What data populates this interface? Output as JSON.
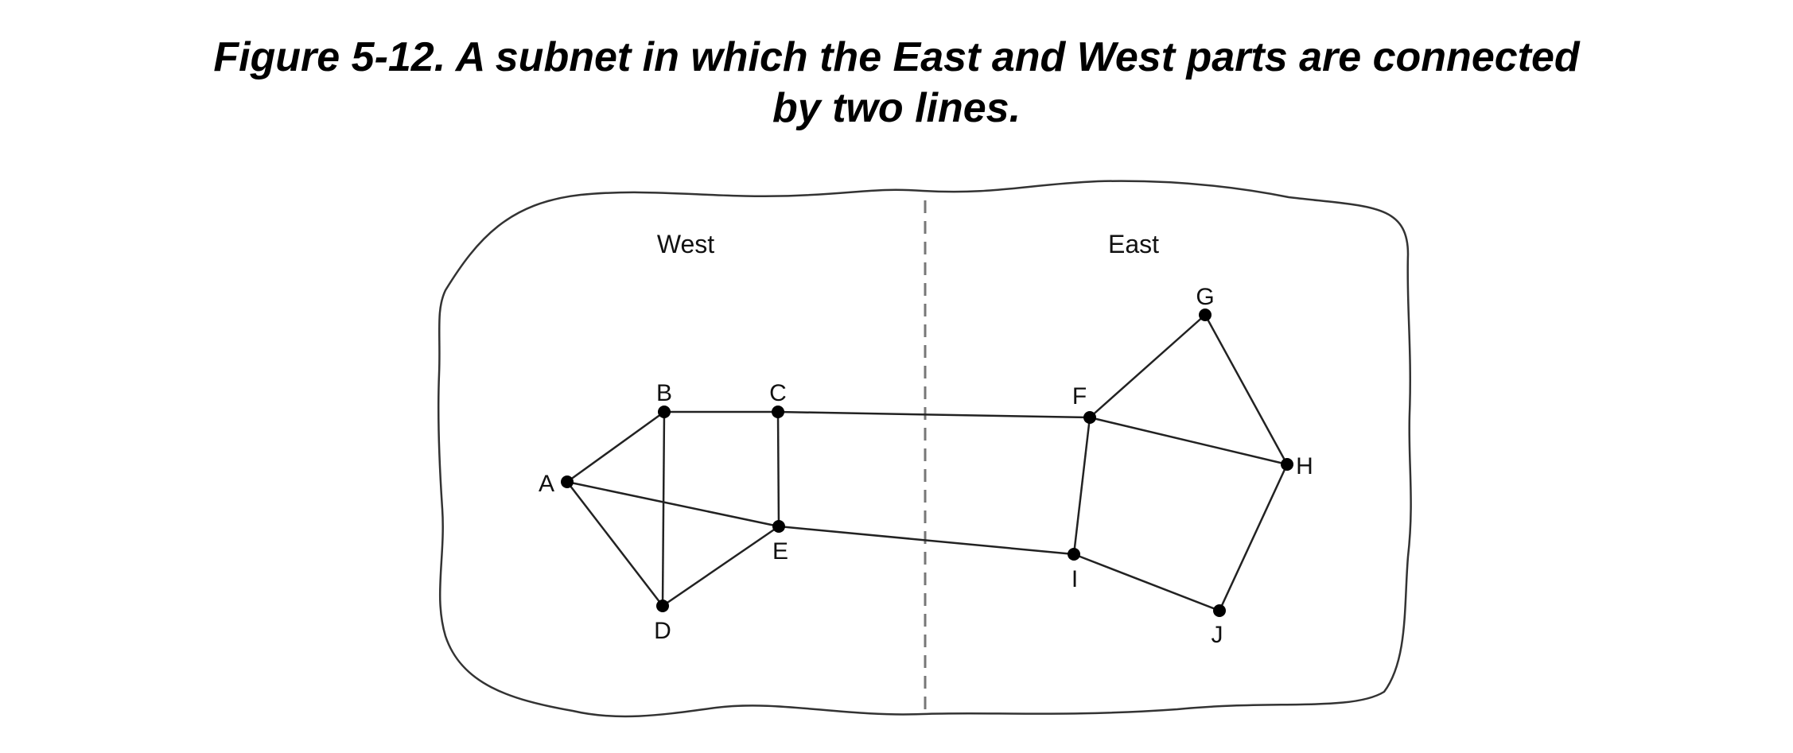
{
  "figure": {
    "caption_line1": "Figure 5-12. A subnet in which the East and West parts are connected",
    "caption_line2": "by two lines."
  },
  "regions": {
    "west_label": "West",
    "east_label": "East"
  },
  "nodes": [
    {
      "id": "A",
      "label": "A"
    },
    {
      "id": "B",
      "label": "B"
    },
    {
      "id": "C",
      "label": "C"
    },
    {
      "id": "D",
      "label": "D"
    },
    {
      "id": "E",
      "label": "E"
    },
    {
      "id": "F",
      "label": "F"
    },
    {
      "id": "G",
      "label": "G"
    },
    {
      "id": "H",
      "label": "H"
    },
    {
      "id": "I",
      "label": "I"
    },
    {
      "id": "J",
      "label": "J"
    }
  ],
  "edges": [
    [
      "A",
      "B"
    ],
    [
      "A",
      "D"
    ],
    [
      "A",
      "E"
    ],
    [
      "B",
      "C"
    ],
    [
      "B",
      "D"
    ],
    [
      "C",
      "E"
    ],
    [
      "D",
      "E"
    ],
    [
      "C",
      "F"
    ],
    [
      "E",
      "I"
    ],
    [
      "F",
      "G"
    ],
    [
      "F",
      "H"
    ],
    [
      "F",
      "I"
    ],
    [
      "G",
      "H"
    ],
    [
      "H",
      "J"
    ],
    [
      "I",
      "J"
    ]
  ]
}
